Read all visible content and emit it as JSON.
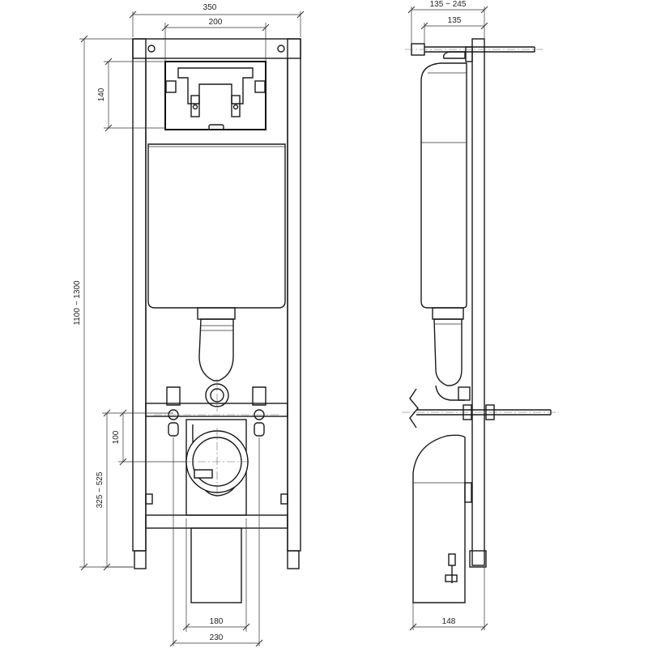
{
  "front_view": {
    "frame_width": "350",
    "plate_width": "200",
    "plate_height": "140",
    "overall_height": "1100 ~ 1300",
    "bracket_offset": "100",
    "outlet_height": "325 ~ 525",
    "pipe_inner_width": "180",
    "pipe_outer_width": "230"
  },
  "side_view": {
    "depth_range": "135 ~ 245",
    "depth_min": "135",
    "bottom_depth": "148"
  }
}
